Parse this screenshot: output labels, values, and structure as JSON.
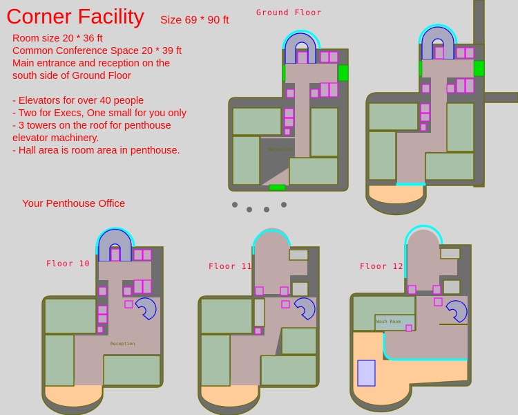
{
  "header": {
    "title": "Corner Facility",
    "size": "Size 69 * 90 ft"
  },
  "notes": {
    "text": "Room size 20 * 36 ft\nCommon Conference Space 20 * 39 ft\nMain entrance and reception on the\nsouth side of Ground Floor\n\n- Elevators for over 40 people\n- Two for Execs, One small for you only\n- 3 towers on the roof for penthouse\nelevator machinery.\n- Hall area is room area in penthouse."
  },
  "penthouse_caption": "Your Penthouse Office",
  "floors": {
    "ground": {
      "label": "Ground Floor",
      "room_label": "Reception"
    },
    "floor10": {
      "label": "Floor 10",
      "room_label": "Reception"
    },
    "floor11": {
      "label": "Floor 11"
    },
    "floor12": {
      "label": "Floor 12",
      "room_label": "Wash Room"
    }
  },
  "colors": {
    "text": "#ff0000",
    "wall": "#6e6e6e",
    "room": "#a8c0a8",
    "hall": "#bfa8a8",
    "penthouse": "#ffcc99",
    "elevator": "#ff00ff",
    "glass": "#00ffff",
    "door": "#00e000",
    "stairs": "#0000ff"
  }
}
